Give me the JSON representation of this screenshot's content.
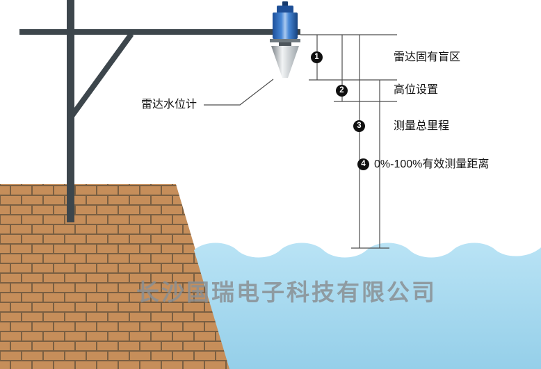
{
  "diagram": {
    "sensor_label": "雷达水位计",
    "annotations": [
      {
        "num": "1",
        "label": "雷达固有盲区"
      },
      {
        "num": "2",
        "label": "高位设置"
      },
      {
        "num": "3",
        "label": "测量总里程"
      },
      {
        "num": "4",
        "label": "0%-100%有效测量距离"
      }
    ],
    "watermark": "长沙国瑞电子科技有限公司",
    "colors": {
      "structure": "#3d464c",
      "sensor_body_blue": "#2f6fc2",
      "sensor_cap_blue": "#1e4f97",
      "horn_gray": "#9aa2a7",
      "brick": "#c68e5a",
      "mortar": "#7a5f42",
      "water": "#a9d9ee",
      "annotation_line": "#4d4d4d",
      "badge": "#101010",
      "watermark_gray": "#8a9094"
    }
  }
}
